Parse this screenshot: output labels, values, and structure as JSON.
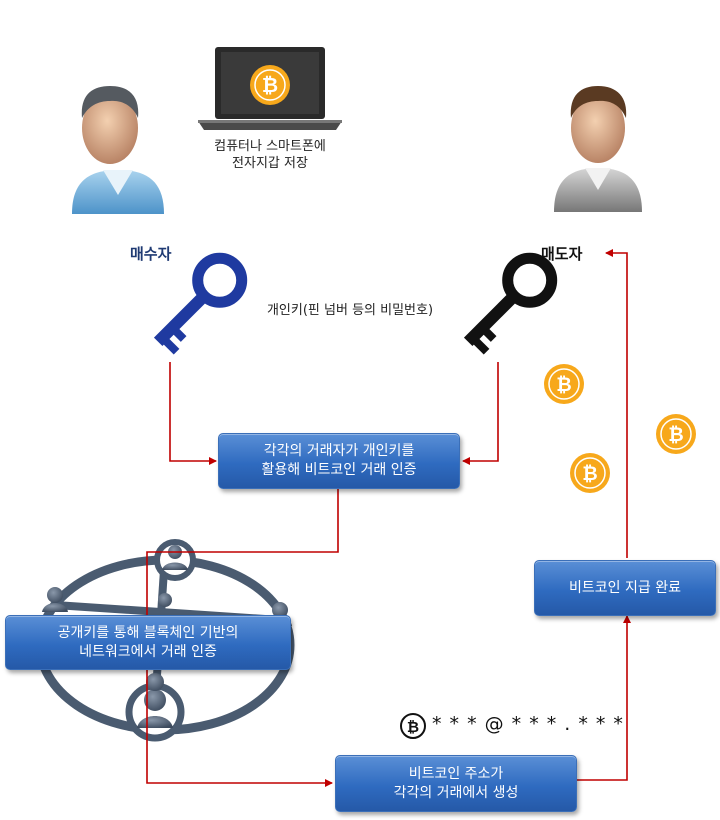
{
  "labels": {
    "wallet_line1": "컴퓨터나 스마트폰에",
    "wallet_line2": "전자지갑 저장",
    "buyer": "매수자",
    "seller": "매도자",
    "private_key": "개인키(핀 넘버 등의 비밀번호)",
    "address": "* * * @ * * * . * * *"
  },
  "boxes": {
    "auth_line1": "각각의 거래자가 개인키를",
    "auth_line2": "활용해 비트코인 거래 인증",
    "network_line1": "공개키를 통해 블록체인 기반의",
    "network_line2": "네트워크에서 거래 인증",
    "address_line1": "비트코인 주소가",
    "address_line2": "각각의 거래에서 생성",
    "payment": "비트코인 지급 완료"
  },
  "colors": {
    "arrow": "#c00000",
    "buyer_key": "#1f3aa0",
    "seller_key": "#111111",
    "buyer_label": "#1f3a73",
    "seller_label": "#111111",
    "coin": "#f7a81b",
    "box": "#2f6bc0",
    "network": "#4a5b70"
  }
}
